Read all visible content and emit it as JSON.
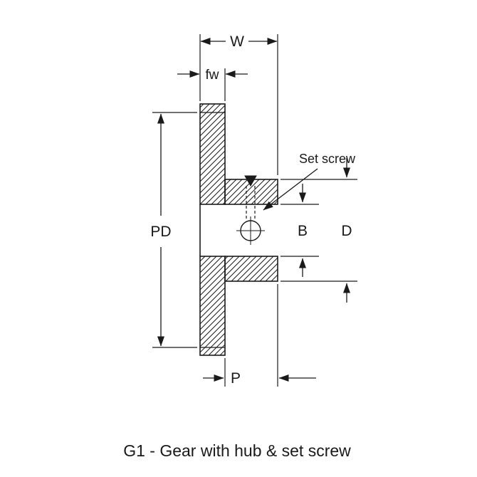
{
  "figure": {
    "caption": "G1 - Gear with hub & set screw",
    "caption_color": "#3e3ed2",
    "line_color": "#1a1a1a",
    "background_color": "#ffffff",
    "dimension_labels": {
      "overall_width": "W",
      "face_width": "fw",
      "pitch_diameter": "PD",
      "bore": "B",
      "hub_diameter": "D",
      "hub_projection": "P"
    },
    "annotations": {
      "set_screw": "Set screw"
    }
  }
}
